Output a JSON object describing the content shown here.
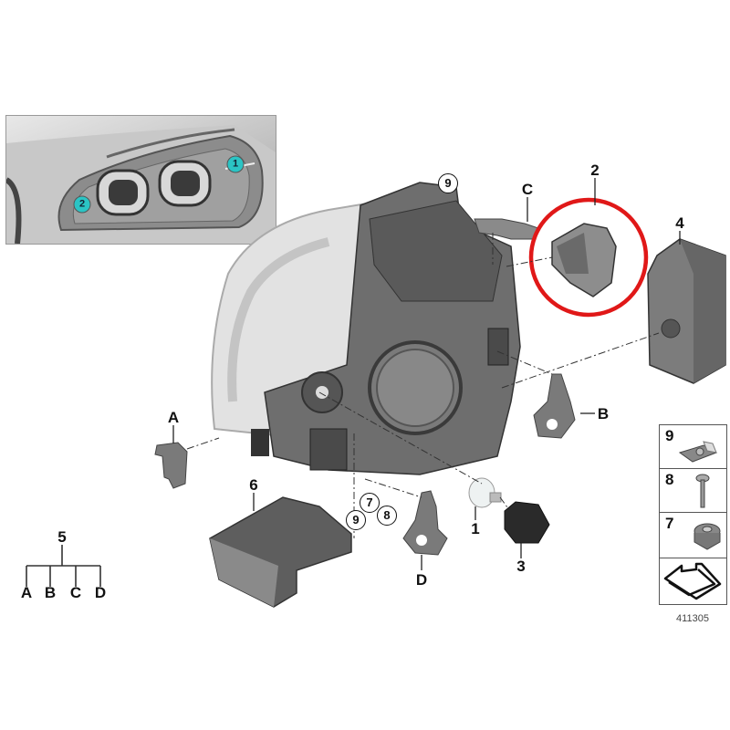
{
  "diagram": {
    "reference_number": "411305",
    "inset": {
      "markers": [
        {
          "id": "1",
          "color": "#2bc4c4"
        },
        {
          "id": "2",
          "color": "#2bc4c4"
        }
      ]
    },
    "part_labels": [
      {
        "id": "1",
        "description": "bulb"
      },
      {
        "id": "2",
        "description": "module (highlighted)"
      },
      {
        "id": "3",
        "description": "bulb socket"
      },
      {
        "id": "4",
        "description": "control unit"
      },
      {
        "id": "6",
        "description": "cover"
      },
      {
        "id": "A",
        "description": "bracket"
      },
      {
        "id": "B",
        "description": "bracket"
      },
      {
        "id": "C",
        "description": "bracket"
      },
      {
        "id": "D",
        "description": "bracket"
      }
    ],
    "circled_callouts": [
      "9",
      "7",
      "8",
      "9"
    ],
    "highlight": {
      "target": "2",
      "color": "#e01818"
    },
    "kit_tree": {
      "root": "5",
      "children": [
        "A",
        "B",
        "C",
        "D"
      ]
    },
    "hardware_legend": [
      {
        "id": "9",
        "description": "clip nut"
      },
      {
        "id": "8",
        "description": "screw"
      },
      {
        "id": "7",
        "description": "expanding nut"
      }
    ]
  }
}
